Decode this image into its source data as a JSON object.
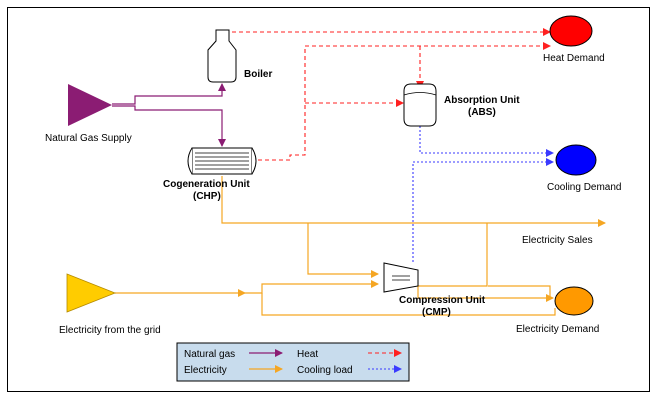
{
  "components": {
    "natural_gas_supply": "Natural Gas Supply",
    "boiler": "Boiler",
    "heat_demand": "Heat Demand",
    "absorption_unit": [
      "Absorption Unit",
      "(ABS)"
    ],
    "cogeneration_unit": [
      "Cogeneration Unit",
      "(CHP)"
    ],
    "cooling_demand": "Cooling Demand",
    "electricity_sales": "Electricity Sales",
    "compression_unit": [
      "Compression Unit",
      "(CMP)"
    ],
    "electricity_demand": "Electricity Demand",
    "electricity_grid": "Electricity from the grid"
  },
  "legend": {
    "natural_gas": "Natural gas",
    "heat": "Heat",
    "electricity": "Electricity",
    "cooling_load": "Cooling load"
  },
  "colors": {
    "natural_gas": "#8b1c73",
    "heat": "#ff2020",
    "electricity": "#f5a623",
    "cooling": "#5a5aff",
    "heat_demand_fill": "#ff0000",
    "cooling_demand_fill": "#0000ff",
    "electricity_demand_fill": "#ff9900",
    "grid_fill": "#ffcc00",
    "legend_bg": "#c8dced"
  }
}
